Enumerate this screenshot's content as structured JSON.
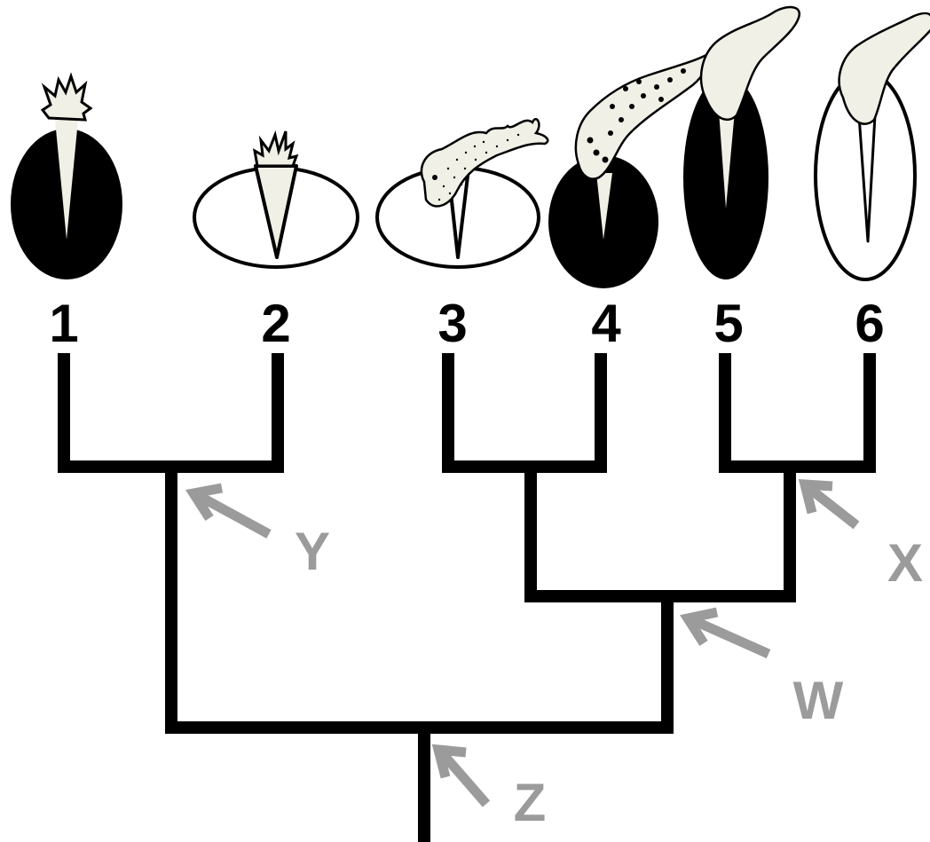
{
  "taxa": [
    {
      "id": "1",
      "label": "1"
    },
    {
      "id": "2",
      "label": "2"
    },
    {
      "id": "3",
      "label": "3"
    },
    {
      "id": "4",
      "label": "4"
    },
    {
      "id": "5",
      "label": "5"
    },
    {
      "id": "6",
      "label": "6"
    }
  ],
  "nodes": {
    "x": {
      "label": "X"
    },
    "y": {
      "label": "Y"
    },
    "w": {
      "label": "W"
    },
    "z": {
      "label": "Z"
    }
  },
  "colors": {
    "tree": "#000000",
    "arrow": "#9b9b9b",
    "appendage_fill": "#f0f0e6",
    "seed_dark": "#000000",
    "seed_light": "#ffffff"
  }
}
